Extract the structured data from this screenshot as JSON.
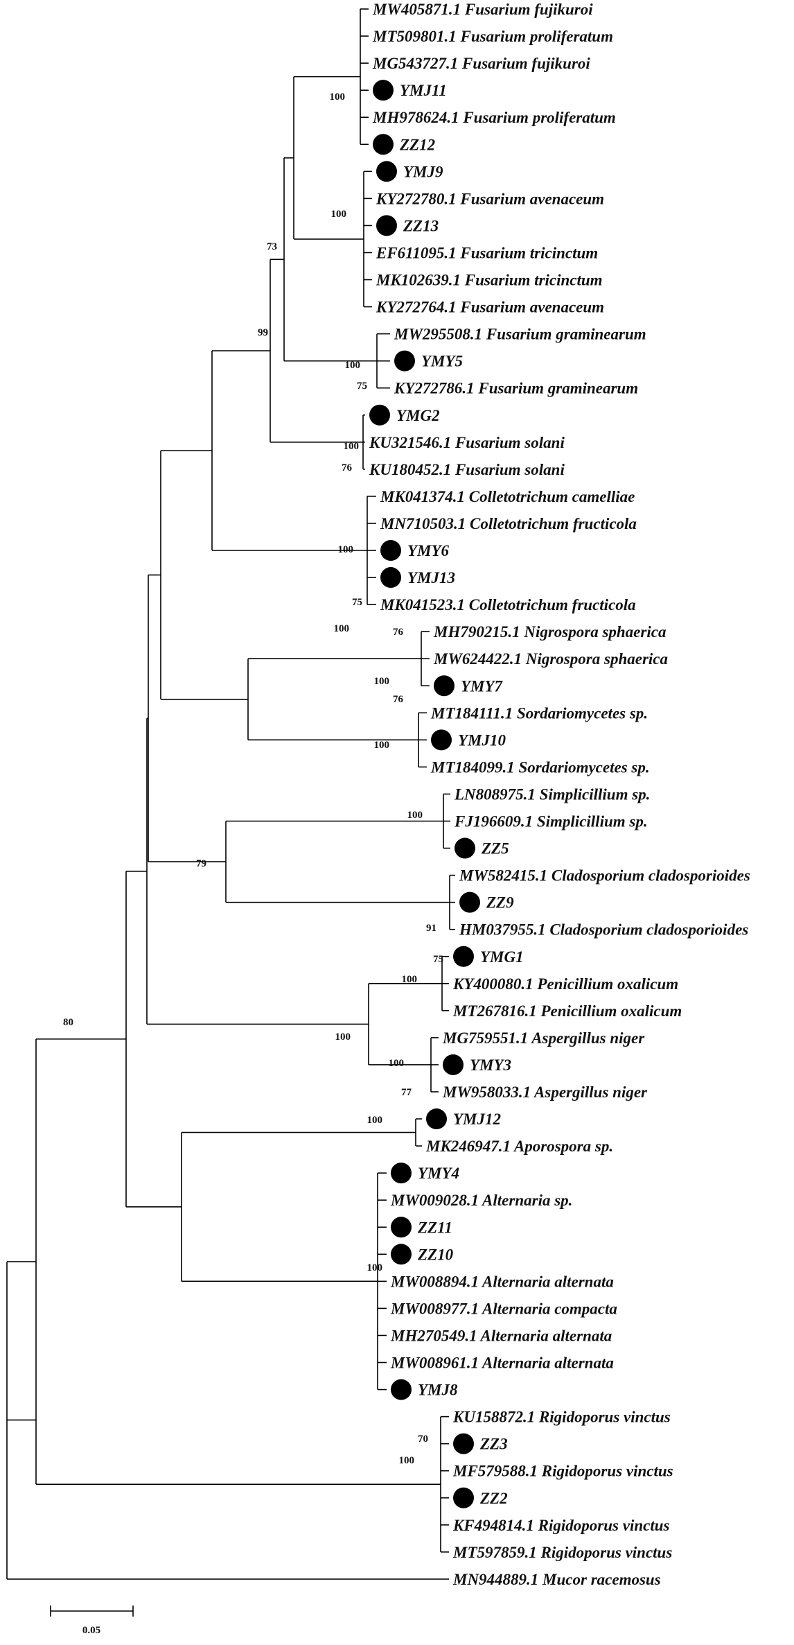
{
  "tree": {
    "taxa": [
      {
        "label": "MW405871.1 Fusarium fujikuroi",
        "isolate": false
      },
      {
        "label": "MT509801.1 Fusarium proliferatum",
        "isolate": false
      },
      {
        "label": "MG543727.1 Fusarium fujikuroi",
        "isolate": false
      },
      {
        "label": "YMJ11",
        "isolate": true
      },
      {
        "label": "MH978624.1 Fusarium proliferatum",
        "isolate": false
      },
      {
        "label": "ZZ12",
        "isolate": true
      },
      {
        "label": "YMJ9",
        "isolate": true
      },
      {
        "label": "KY272780.1 Fusarium avenaceum",
        "isolate": false
      },
      {
        "label": "ZZ13",
        "isolate": true
      },
      {
        "label": "EF611095.1 Fusarium tricinctum",
        "isolate": false
      },
      {
        "label": "MK102639.1 Fusarium tricinctum",
        "isolate": false
      },
      {
        "label": "KY272764.1 Fusarium avenaceum",
        "isolate": false
      },
      {
        "label": "MW295508.1 Fusarium graminearum",
        "isolate": false
      },
      {
        "label": "YMY5",
        "isolate": true
      },
      {
        "label": "KY272786.1 Fusarium graminearum",
        "isolate": false
      },
      {
        "label": "YMG2",
        "isolate": true
      },
      {
        "label": "KU321546.1 Fusarium solani",
        "isolate": false
      },
      {
        "label": "KU180452.1 Fusarium solani",
        "isolate": false
      },
      {
        "label": "MK041374.1 Colletotrichum camelliae",
        "isolate": false
      },
      {
        "label": "MN710503.1 Colletotrichum fructicola",
        "isolate": false
      },
      {
        "label": "YMY6",
        "isolate": true
      },
      {
        "label": "YMJ13",
        "isolate": true
      },
      {
        "label": "MK041523.1 Colletotrichum fructicola",
        "isolate": false
      },
      {
        "label": "MH790215.1 Nigrospora sphaerica",
        "isolate": false
      },
      {
        "label": "MW624422.1 Nigrospora sphaerica",
        "isolate": false
      },
      {
        "label": "YMY7",
        "isolate": true
      },
      {
        "label": "MT184111.1 Sordariomycetes sp.",
        "isolate": false
      },
      {
        "label": "YMJ10",
        "isolate": true
      },
      {
        "label": "MT184099.1 Sordariomycetes sp.",
        "isolate": false
      },
      {
        "label": "LN808975.1 Simplicillium sp.",
        "isolate": false
      },
      {
        "label": "FJ196609.1 Simplicillium sp.",
        "isolate": false
      },
      {
        "label": "ZZ5",
        "isolate": true
      },
      {
        "label": "MW582415.1 Cladosporium cladosporioides",
        "isolate": false
      },
      {
        "label": "ZZ9",
        "isolate": true
      },
      {
        "label": "HM037955.1 Cladosporium cladosporioides",
        "isolate": false
      },
      {
        "label": "YMG1",
        "isolate": true
      },
      {
        "label": "KY400080.1 Penicillium oxalicum",
        "isolate": false
      },
      {
        "label": "MT267816.1 Penicillium oxalicum",
        "isolate": false
      },
      {
        "label": "MG759551.1 Aspergillus niger",
        "isolate": false
      },
      {
        "label": "YMY3",
        "isolate": true
      },
      {
        "label": "MW958033.1 Aspergillus niger",
        "isolate": false
      },
      {
        "label": "YMJ12",
        "isolate": true
      },
      {
        "label": "MK246947.1 Aporospora sp.",
        "isolate": false
      },
      {
        "label": "YMY4",
        "isolate": true
      },
      {
        "label": "MW009028.1 Alternaria sp.",
        "isolate": false
      },
      {
        "label": "ZZ11",
        "isolate": true
      },
      {
        "label": "ZZ10",
        "isolate": true
      },
      {
        "label": "MW008894.1 Alternaria alternata",
        "isolate": false
      },
      {
        "label": "MW008977.1 Alternaria compacta",
        "isolate": false
      },
      {
        "label": "MH270549.1 Alternaria alternata",
        "isolate": false
      },
      {
        "label": "MW008961.1 Alternaria alternata",
        "isolate": false
      },
      {
        "label": "YMJ8",
        "isolate": true
      },
      {
        "label": "KU158872.1 Rigidoporus vinctus",
        "isolate": false
      },
      {
        "label": "ZZ3",
        "isolate": true
      },
      {
        "label": "MF579588.1 Rigidoporus vinctus",
        "isolate": false
      },
      {
        "label": "ZZ2",
        "isolate": true
      },
      {
        "label": "KF494814.1 Rigidoporus vinctus",
        "isolate": false
      },
      {
        "label": "MT597859.1 Rigidoporus vinctus",
        "isolate": false
      },
      {
        "label": "MN944889.1 Mucor racemosus",
        "isolate": false
      }
    ],
    "bootstrap": [
      "100",
      "100",
      "73",
      "100",
      "75",
      "99",
      "100",
      "76",
      "100",
      "75",
      "76",
      "100",
      "100",
      "76",
      "100",
      "79",
      "100",
      "91",
      "75",
      "100",
      "100",
      "100",
      "77",
      "100",
      "80",
      "100",
      "70",
      "100"
    ],
    "scale_bar": "0.05"
  }
}
